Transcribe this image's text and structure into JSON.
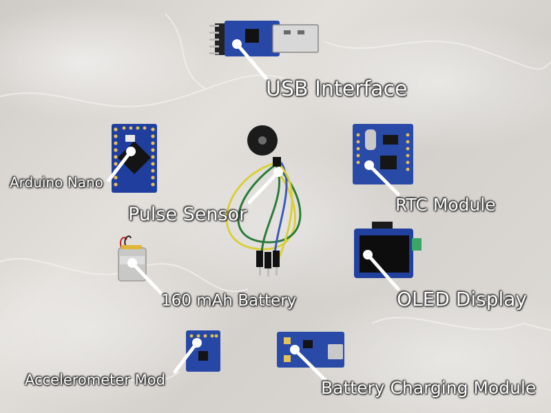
{
  "labels": {
    "usb_interface": "USB Interface",
    "arduino_nano": "Arduino Nano",
    "pulse_sensor": "Pulse Sensor",
    "rtc_module": "RTC Module",
    "oled_display": "OLED Display",
    "battery": "160 mAh Battery",
    "accelerometer": "Accelerometer Mod",
    "charging_module": "Battery Charging Module"
  },
  "colors": {
    "pcb_blue": "#1f3e9e",
    "marker": "#ffffff",
    "label_text": "#ffffff"
  }
}
